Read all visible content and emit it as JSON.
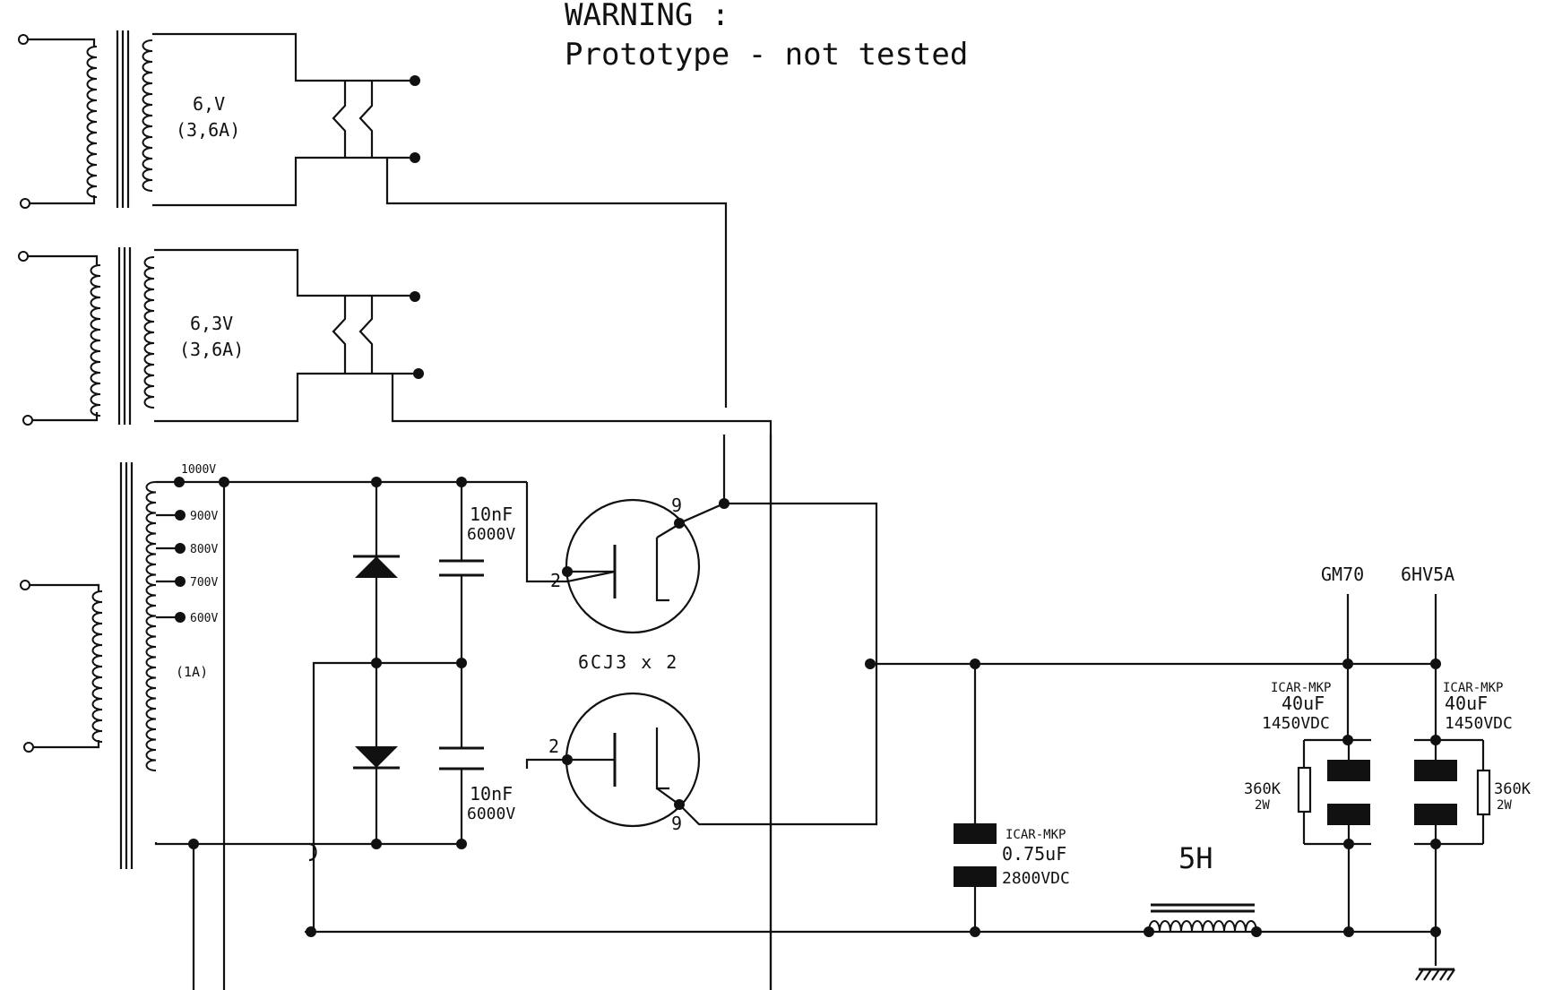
{
  "warning": {
    "line1": "WARNING :",
    "line2": "Prototype - not tested"
  },
  "transformers": {
    "t1": {
      "voltage": "6,V",
      "current": "(3,6A)"
    },
    "t2": {
      "voltage": "6,3V",
      "current": "(3,6A)"
    },
    "hv": {
      "taps": [
        "1000V",
        "900V",
        "800V",
        "700V",
        "600V"
      ],
      "current": "(1A)"
    }
  },
  "rectifier": {
    "cap_top": {
      "value": "10nF",
      "rating": "6000V"
    },
    "cap_bottom": {
      "value": "10nF",
      "rating": "6000V"
    },
    "tube_label": "6CJ3 x 2",
    "tube_top_pins": {
      "anode": "2",
      "cathode": "9"
    },
    "tube_bottom_pins": {
      "anode": "2",
      "cathode": "9"
    }
  },
  "filter": {
    "c1": {
      "type": "ICAR-MKP",
      "value": "0.75uF",
      "rating": "2800VDC"
    },
    "choke": "5H",
    "c2": {
      "type": "ICAR-MKP",
      "value": "40uF",
      "rating": "1450VDC"
    },
    "c3": {
      "type": "ICAR-MKP",
      "value": "40uF",
      "rating": "1450VDC"
    },
    "r1": {
      "value": "360K",
      "power": "2W"
    },
    "r2": {
      "value": "360K",
      "power": "2W"
    }
  },
  "outputs": [
    "GM70",
    "6HV5A"
  ]
}
